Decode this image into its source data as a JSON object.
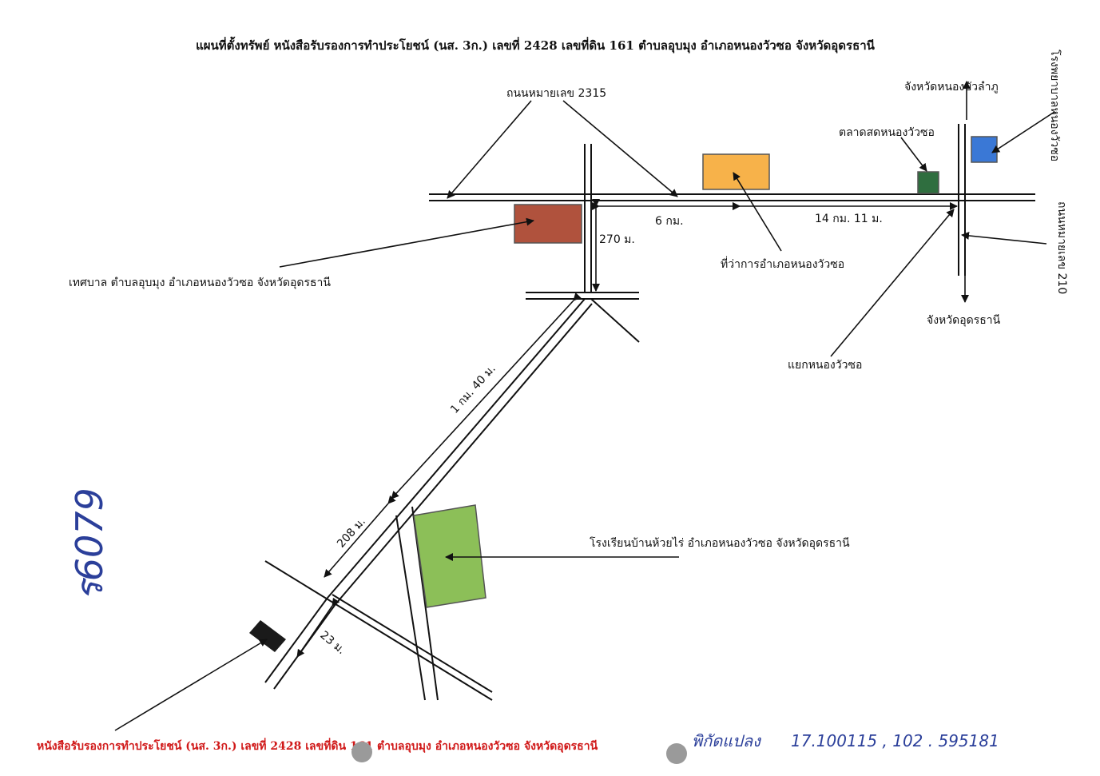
{
  "title": "แผนที่ตั้งทรัพย์ หนังสือรับรองการทำประโยชน์ (นส. 3ก.) เลขที่ 2428 เลขที่ดิน 161 ตำบลอุบมุง อำเภอหนองวัวซอ จังหวัดอุดรธานี",
  "labels": {
    "road_2315": "ถนนหมายเลข 2315",
    "road_210": "ถนนหมายเลข 210",
    "to_nongbualamphu": "จังหวัดหนองบัวลำภู",
    "market": "ตลาดสดหนองวัวซอ",
    "hospital": "โรงพยาบาลหนองวัวซอ",
    "municipality": "เทศบาล ตำบลอุบมุง อำเภอหนองวัวซอ จังหวัดอุดรธานี",
    "district_office": "ที่ว่าการอำเภอหนองวัวซอ",
    "to_udon": "จังหวัดอุดรธานี",
    "junction": "แยกหนองวัวซอ",
    "school": "โรงเรียนบ้านห้วยไร่ อำเภอหนองวัวซอ จังหวัดอุดรธานี",
    "parcel": "หนังสือรับรองการทำประโยชน์ (นส. 3ก.) เลขที่ 2428 เลขที่ดิน 161 ตำบลอุบมุง อำเภอหนองวัวซอ จังหวัดอุดรธานี"
  },
  "distances": {
    "d_6km": "6 กม.",
    "d_14km": "14 กม. 11 ม.",
    "d_270m": "270 ม.",
    "d_1km40": "1 กม. 40 ม.",
    "d_208m": "208 ม.",
    "d_23m": "23 ม."
  },
  "handwritten": {
    "code": "ร6079",
    "coords_label": "พิกัดแปลง",
    "coords": "17.100115 , 102 . 595181"
  },
  "colors": {
    "municipality": "#b0523d",
    "district_office": "#f7b24a",
    "market": "#2f6e3f",
    "hospital": "#3a78d6",
    "school": "#8cbf58",
    "parcel": "#1a1a1a",
    "red_text": "#d01818",
    "handwriting": "#2b3f9a"
  }
}
